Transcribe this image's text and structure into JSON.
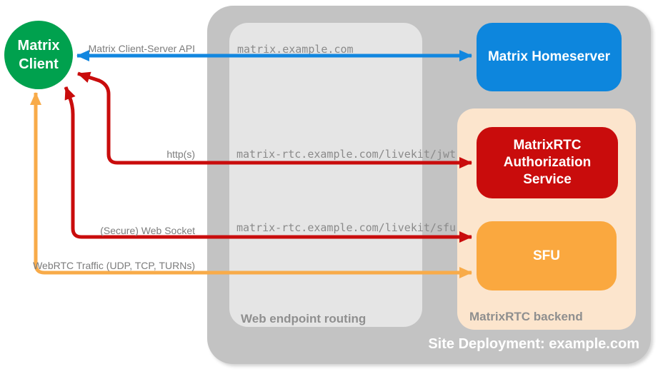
{
  "colors": {
    "bg": "#ffffff",
    "client_green": "#00a14e",
    "homeserver_blue": "#0d86dd",
    "auth_red": "#c90c0c",
    "sfu_orange": "#faa83f",
    "backend_peach": "#fce5cd",
    "deployment_gray": "#c3c3c3",
    "routing_gray": "#e5e5e5",
    "arrow_blue": "#1287e0",
    "arrow_red": "#c90c0c",
    "arrow_orange": "#f8ab49",
    "label_gray": "#7c7c7c",
    "url_gray": "#8a8a8a",
    "section_gray": "#8f8f8f"
  },
  "nodes": {
    "client": {
      "label": "Matrix Client"
    },
    "homeserver": {
      "label": "Matrix Homeserver"
    },
    "auth_service": {
      "label": "MatrixRTC Authorization Service"
    },
    "sfu": {
      "label": "SFU"
    }
  },
  "containers": {
    "deployment": {
      "label": "Site Deployment: example.com"
    },
    "routing": {
      "label": "Web endpoint routing"
    },
    "backend": {
      "label": "MatrixRTC backend"
    }
  },
  "routes": [
    {
      "url": "matrix.example.com"
    },
    {
      "url": "matrix-rtc.example.com/livekit/jwt"
    },
    {
      "url": "matrix-rtc.example.com/livekit/sfu"
    }
  ],
  "arrows": [
    {
      "id": "client-server-api",
      "label": "Matrix Client-Server API",
      "from": "Matrix Client",
      "to": "Matrix Homeserver",
      "bidirectional": true,
      "color": "blue"
    },
    {
      "id": "https",
      "label": "http(s)",
      "from": "Matrix Client",
      "to": "MatrixRTC Authorization Service",
      "bidirectional": true,
      "color": "red"
    },
    {
      "id": "websocket",
      "label": "(Secure) Web Socket",
      "from": "Matrix Client",
      "to": "SFU",
      "bidirectional": true,
      "color": "red"
    },
    {
      "id": "webrtc-traffic",
      "label": "WebRTC Traffic (UDP, TCP, TURNs)",
      "from": "Matrix Client",
      "to": "SFU",
      "bidirectional": true,
      "color": "orange"
    }
  ]
}
